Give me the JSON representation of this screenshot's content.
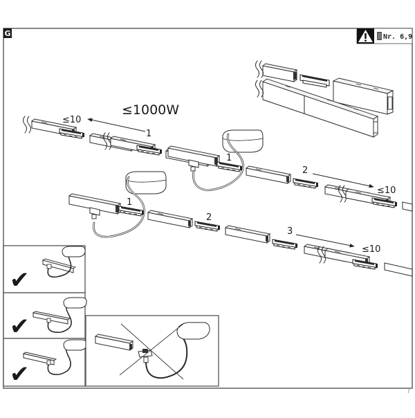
{
  "section_letter": "G",
  "header": {
    "warning_icon": "warning-triangle-icon",
    "manual_icon": "manual-booklet-icon",
    "reference_text": "Nr. 6,9"
  },
  "max_power_label": "≤1000W",
  "chains": [
    {
      "step": "1",
      "limit_label": "≤10",
      "direction": "left"
    },
    {
      "step": "2",
      "limit_label": "≤10",
      "direction": "right"
    },
    {
      "step": "3",
      "limit_label": "≤10",
      "direction": "right"
    }
  ],
  "feed_labels": {
    "upper_feed_step": "1",
    "lower_feed_step": "1",
    "lower_chain_step": "2"
  },
  "panels": [
    {
      "status": "correct",
      "icon": "checkmark-icon",
      "glyph": "✔"
    },
    {
      "status": "correct",
      "icon": "checkmark-icon",
      "glyph": "✔"
    },
    {
      "status": "correct",
      "icon": "checkmark-icon",
      "glyph": "✔"
    },
    {
      "status": "incorrect",
      "icon": "cross-out-icon"
    }
  ],
  "colors": {
    "frame": "#6a6a6a",
    "ink": "#1a1a1a",
    "section_badge_bg": "#1a1a1a",
    "section_badge_fg": "#ffffff"
  }
}
